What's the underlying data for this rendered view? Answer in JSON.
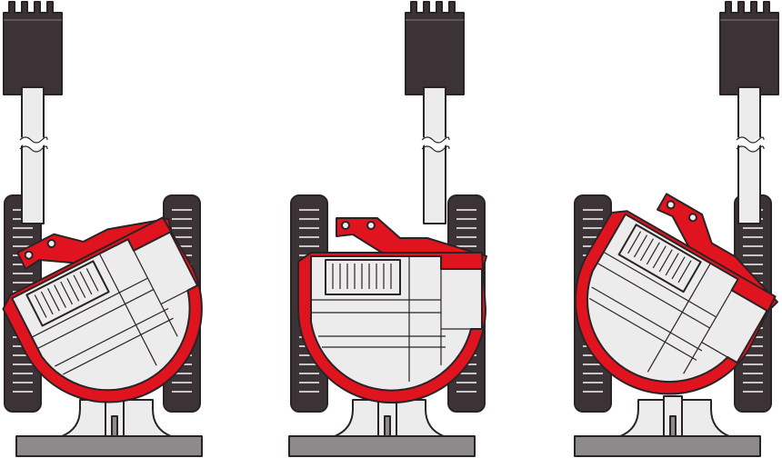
{
  "colors": {
    "accent_red": "#e0141e",
    "body_gray": "#ececec",
    "dark": "#3b3336",
    "outline": "#2a2326",
    "base_gray": "#8c8a8b"
  },
  "units": [
    {
      "id": "tilted-left",
      "body_rotation_deg": -27
    },
    {
      "id": "upright",
      "body_rotation_deg": 0
    },
    {
      "id": "tilted-right",
      "body_rotation_deg": 30
    }
  ]
}
